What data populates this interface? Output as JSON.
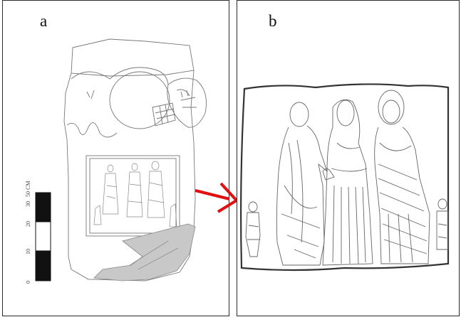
{
  "panels": {
    "a": {
      "label": "a"
    },
    "b": {
      "label": "b"
    }
  },
  "scale_bar": {
    "unit_label": "50 CM",
    "ticks": [
      "0",
      "10",
      "20",
      "30"
    ]
  },
  "colors": {
    "arrow": "#e01010",
    "line": "#555555",
    "fill_gray": "#c8c8c8"
  }
}
